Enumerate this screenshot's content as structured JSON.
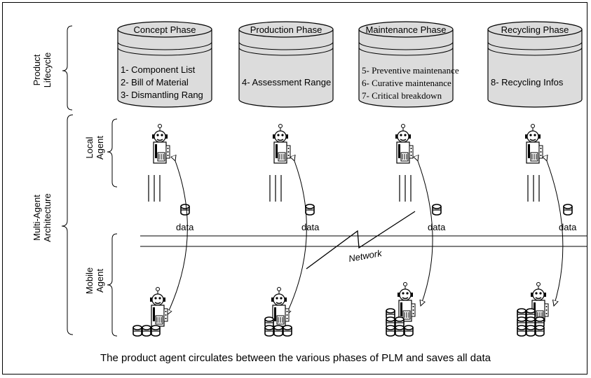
{
  "lifecycle_label": [
    "Product",
    "Lifecycle"
  ],
  "architecture_label": [
    "Multi-Agent",
    "Architecture"
  ],
  "local_agent_label": [
    "Local",
    "Agent"
  ],
  "mobile_agent_label": [
    "Mobile",
    "Agent"
  ],
  "phases": [
    {
      "title": "Concept Phase",
      "items": [
        "1- Component List",
        "2- Bill of Material",
        "3- Dismantling Rang"
      ]
    },
    {
      "title": "Production Phase",
      "items": [
        "4- Assessment Range"
      ]
    },
    {
      "title": "Maintenance Phase",
      "items": [
        "5- Preventive maintenance",
        "6- Curative maintenance",
        "7- Critical breakdown"
      ]
    },
    {
      "title": "Recycling Phase",
      "items": [
        "8- Recycling Infos"
      ]
    }
  ],
  "data_label": "data",
  "network_label": "Network",
  "caption": "The product agent circulates between the various phases of PLM and saves all data"
}
